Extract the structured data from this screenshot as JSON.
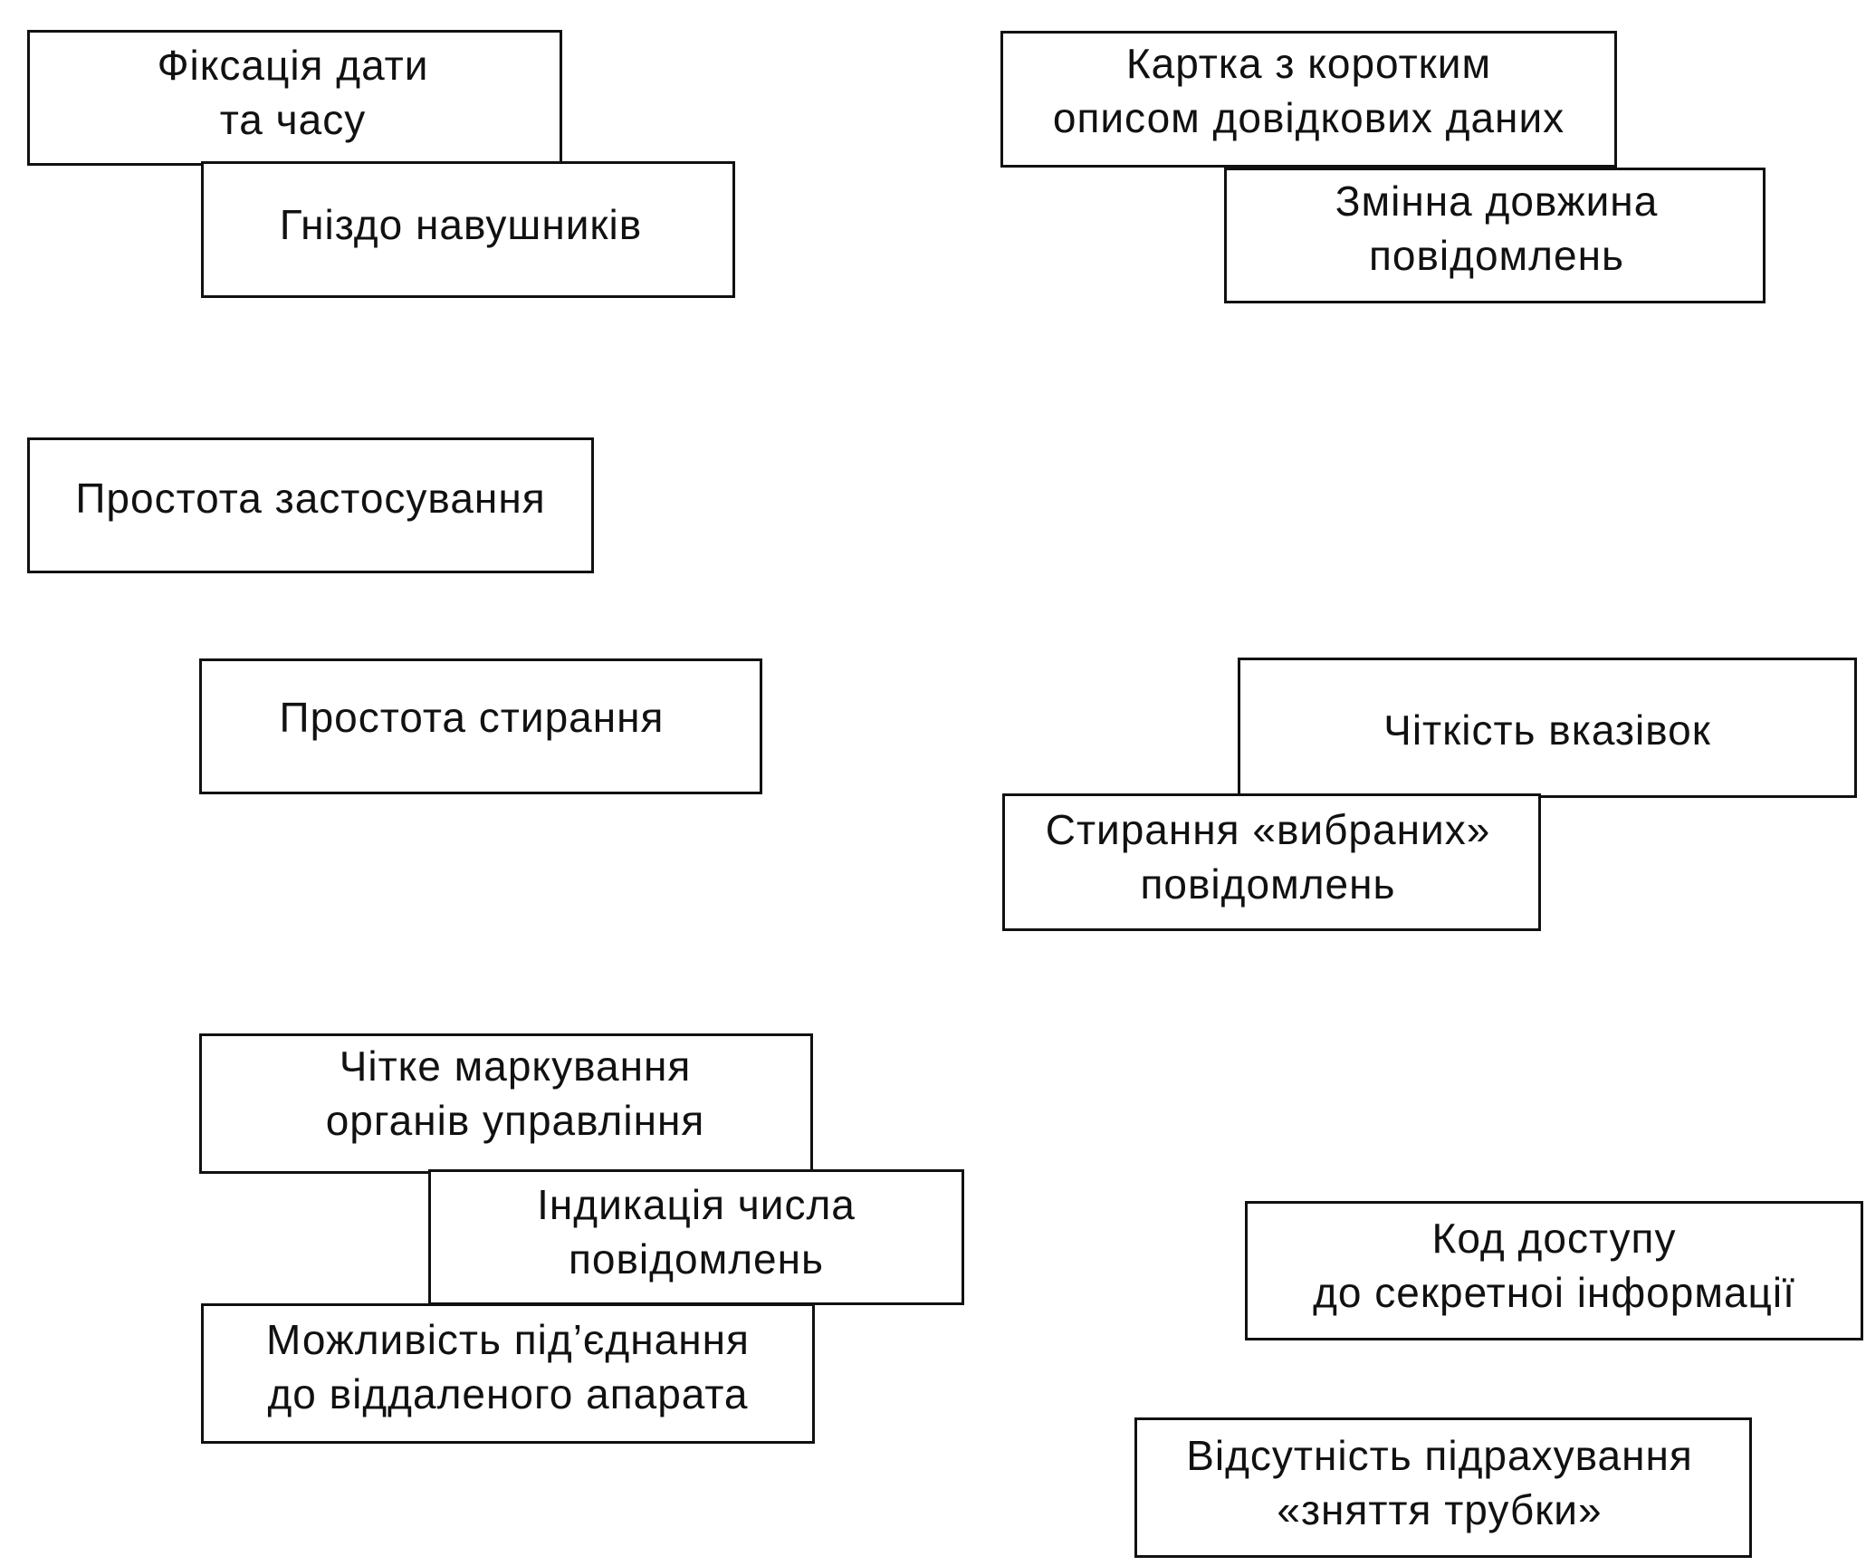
{
  "boxes": {
    "date_time_fixation": {
      "line1": "Фіксація дати",
      "line2": "та часу"
    },
    "headphone_jack": {
      "line1": "Гніздо навушників"
    },
    "reference_card": {
      "line1": "Картка з коротким",
      "line2": "описом довідкових даних"
    },
    "variable_message_length": {
      "line1": "Змінна довжина",
      "line2": "повідомлень"
    },
    "ease_of_use": {
      "line1": "Простота застосування"
    },
    "ease_of_erasing": {
      "line1": "Простота стирання"
    },
    "clear_instructions": {
      "line1": "Чіткість вказівок"
    },
    "erase_selected_messages": {
      "line1": "Стирання «вибраних»",
      "line2": "повідомлень"
    },
    "clear_control_labeling": {
      "line1": "Чітке маркування",
      "line2": "органів управління"
    },
    "message_count_indication": {
      "line1": "Індикація числа",
      "line2": "повідомлень"
    },
    "remote_connection": {
      "line1": "Можливість під’єднання",
      "line2": "до віддаленого апарата"
    },
    "secret_access_code": {
      "line1": "Код доступу",
      "line2": "до секретноі інформації"
    },
    "no_offhook_counting": {
      "line1": "Відсутність підрахування",
      "line2": "«зняття трубки»"
    }
  }
}
